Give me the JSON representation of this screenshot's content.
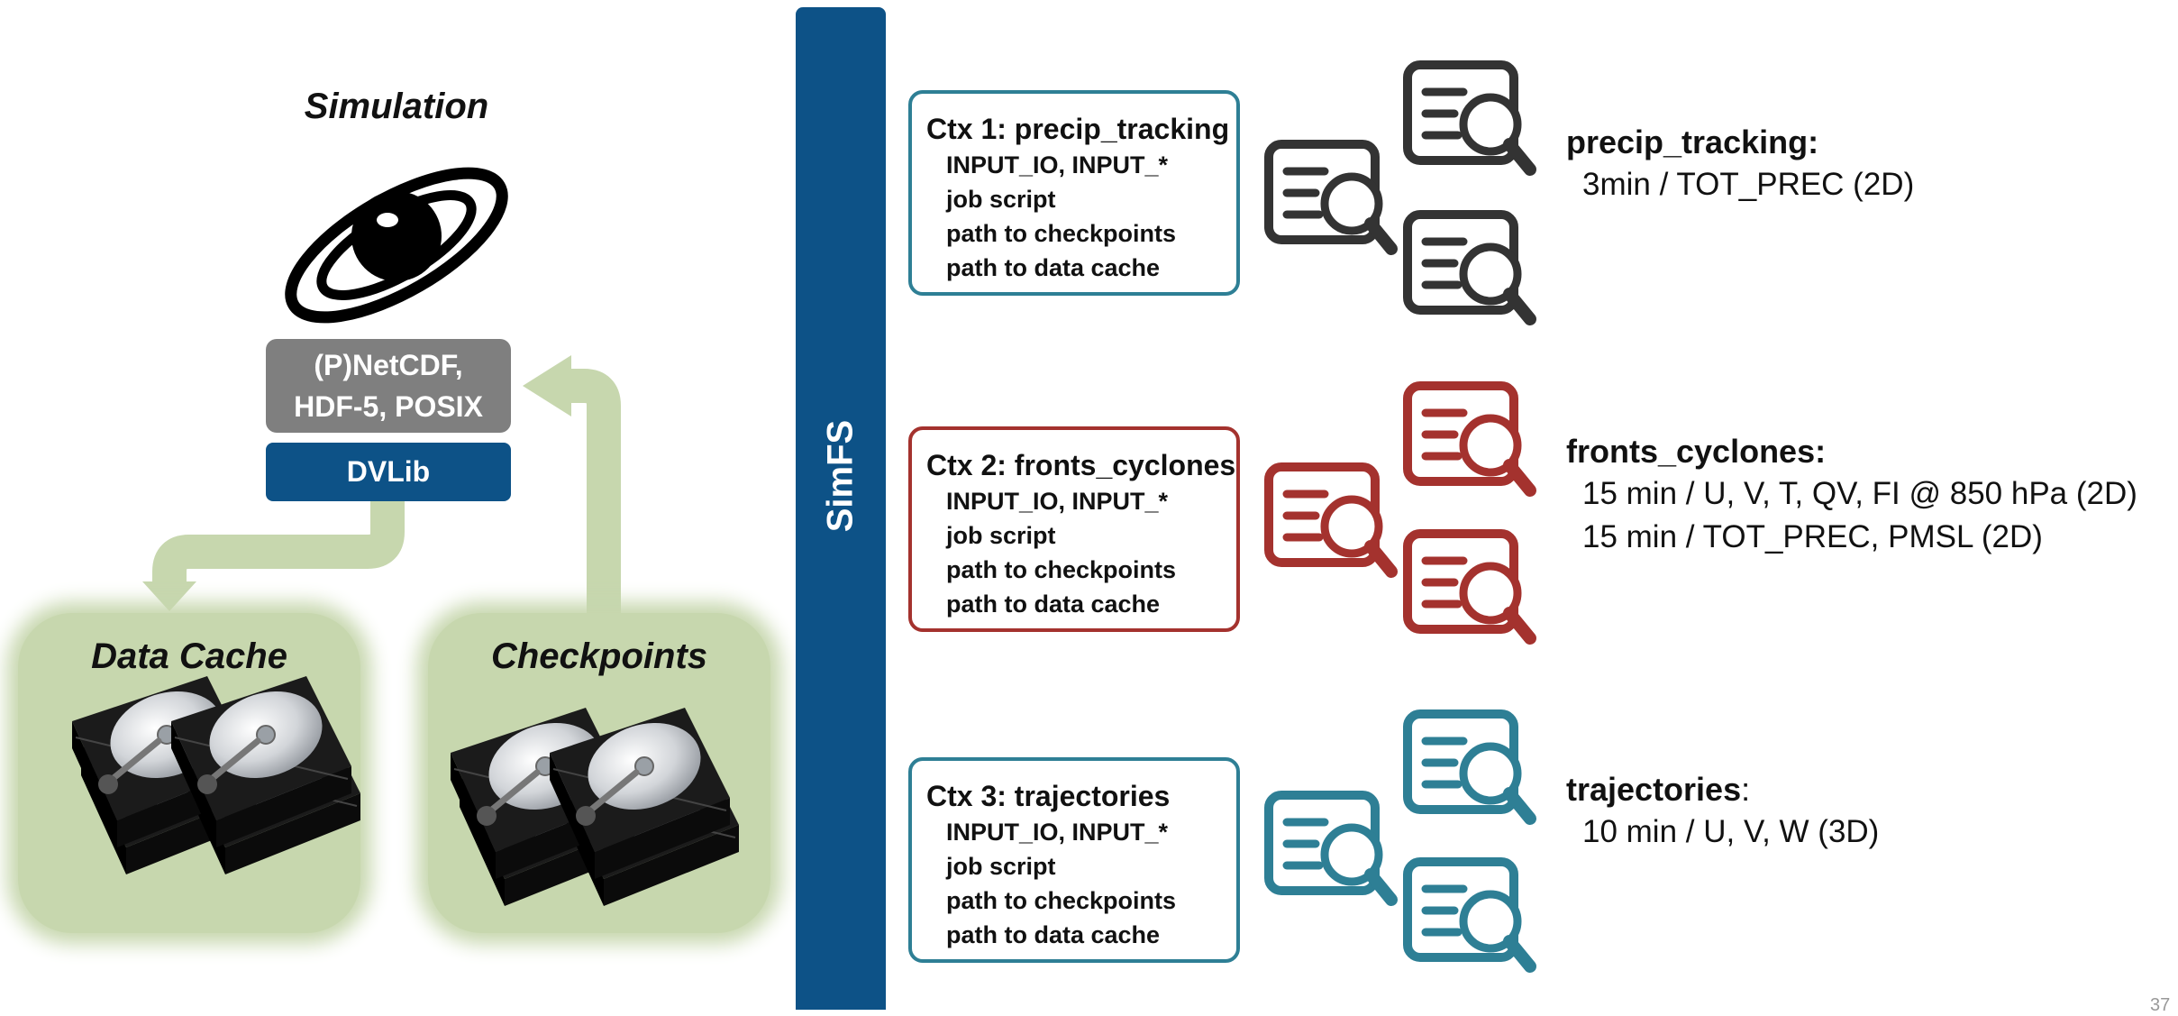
{
  "simulation": {
    "title": "Simulation",
    "formats_line1": "(P)NetCDF,",
    "formats_line2": "HDF-5, POSIX",
    "dvlib": "DVLib"
  },
  "storage": {
    "data_cache": "Data Cache",
    "checkpoints": "Checkpoints"
  },
  "simfs": {
    "label": "SimFS"
  },
  "contexts": [
    {
      "title": "Ctx 1: precip_tracking",
      "items": [
        "INPUT_IO, INPUT_*",
        "job script",
        "path to checkpoints",
        "path to data cache"
      ],
      "color": "#2e7f95"
    },
    {
      "title": "Ctx 2: fronts_cyclones",
      "items": [
        "INPUT_IO, INPUT_*",
        "job script",
        "path to checkpoints",
        "path to data cache"
      ],
      "color": "#a4322e"
    },
    {
      "title": "Ctx 3: trajectories",
      "items": [
        "INPUT_IO, INPUT_*",
        "job script",
        "path to checkpoints",
        "path to data cache"
      ],
      "color": "#2e7f95"
    }
  ],
  "outputs": [
    {
      "name": "precip_tracking:",
      "suffix": "",
      "lines": [
        "3min / TOT_PREC (2D)"
      ]
    },
    {
      "name": "fronts_cyclones:",
      "suffix": "",
      "lines": [
        "15 min / U, V, T, QV, FI @ 850 hPa (2D)",
        "15 min / TOT_PREC, PMSL (2D)"
      ]
    },
    {
      "name": "trajectories",
      "suffix": ":",
      "lines": [
        "10 min / U, V, W (3D)"
      ]
    }
  ],
  "icon_colors": [
    "#333333",
    "#a4322e",
    "#2e7f95"
  ],
  "arrow_color": "#c7d7ae",
  "page_number": "37"
}
